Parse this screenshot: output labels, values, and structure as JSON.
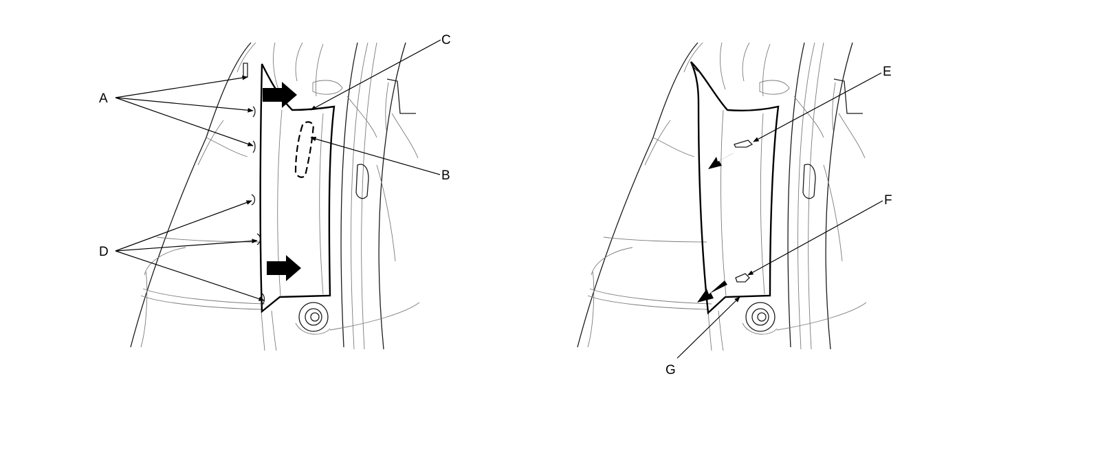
{
  "figure": {
    "left_panel": {
      "labels": {
        "a": "A",
        "b": "B",
        "c": "C",
        "d": "D"
      }
    },
    "right_panel": {
      "labels": {
        "e": "E",
        "f": "F",
        "g": "G"
      }
    }
  },
  "colors": {
    "line": "#000000",
    "background": "#ffffff",
    "arrow_fill": "#000000"
  }
}
